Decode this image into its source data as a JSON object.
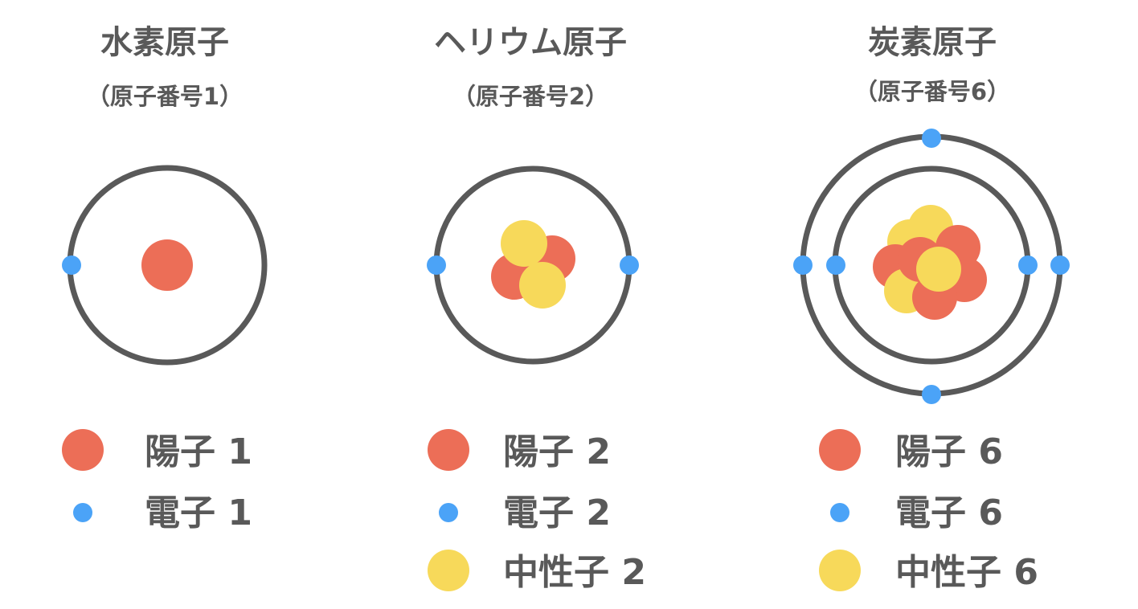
{
  "colors": {
    "proton": "#EC6E57",
    "electron": "#4BA3F7",
    "neutron": "#F7D95A",
    "orbit": "#595959"
  },
  "atoms": [
    {
      "title": "水素原子",
      "subtitle": "（原子番号1）",
      "legend": [
        {
          "type": "proton",
          "label": "陽子 1"
        },
        {
          "type": "electron",
          "label": "電子 1"
        }
      ]
    },
    {
      "title": "ヘリウム原子",
      "subtitle": "（原子番号2）",
      "legend": [
        {
          "type": "proton",
          "label": "陽子 2"
        },
        {
          "type": "electron",
          "label": "電子 2"
        },
        {
          "type": "neutron",
          "label": "中性子 2"
        }
      ]
    },
    {
      "title": "炭素原子",
      "subtitle": "（原子番号6）",
      "legend": [
        {
          "type": "proton",
          "label": "陽子 6"
        },
        {
          "type": "electron",
          "label": "電子 6"
        },
        {
          "type": "neutron",
          "label": "中性子 6"
        }
      ]
    }
  ]
}
